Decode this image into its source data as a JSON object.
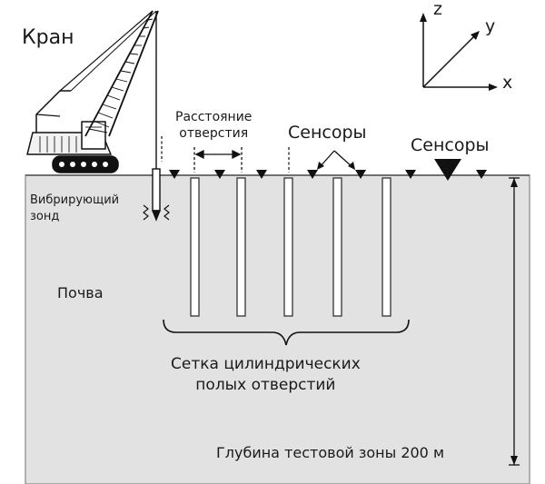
{
  "labels": {
    "crane": "Кран",
    "hole_distance": "Расстояние\nотверстия",
    "sensors_left": "Сенсоры",
    "sensors_right": "Сенсоры",
    "vibrating_probe": "Вибрирующий\nзонд",
    "soil": "Почва",
    "hole_grid": "Сетка цилиндрических\nполых отверстий",
    "test_depth": "Глубина тестовой зоны 200 м"
  },
  "axes": {
    "z": "z",
    "y": "y",
    "x": "x"
  },
  "colors": {
    "soil": "#e2e2e2",
    "soil_edge": "#9a9a9a",
    "ink": "#111111",
    "hole_fill": "#ffffff",
    "crane_body": "#f2f2f2"
  }
}
